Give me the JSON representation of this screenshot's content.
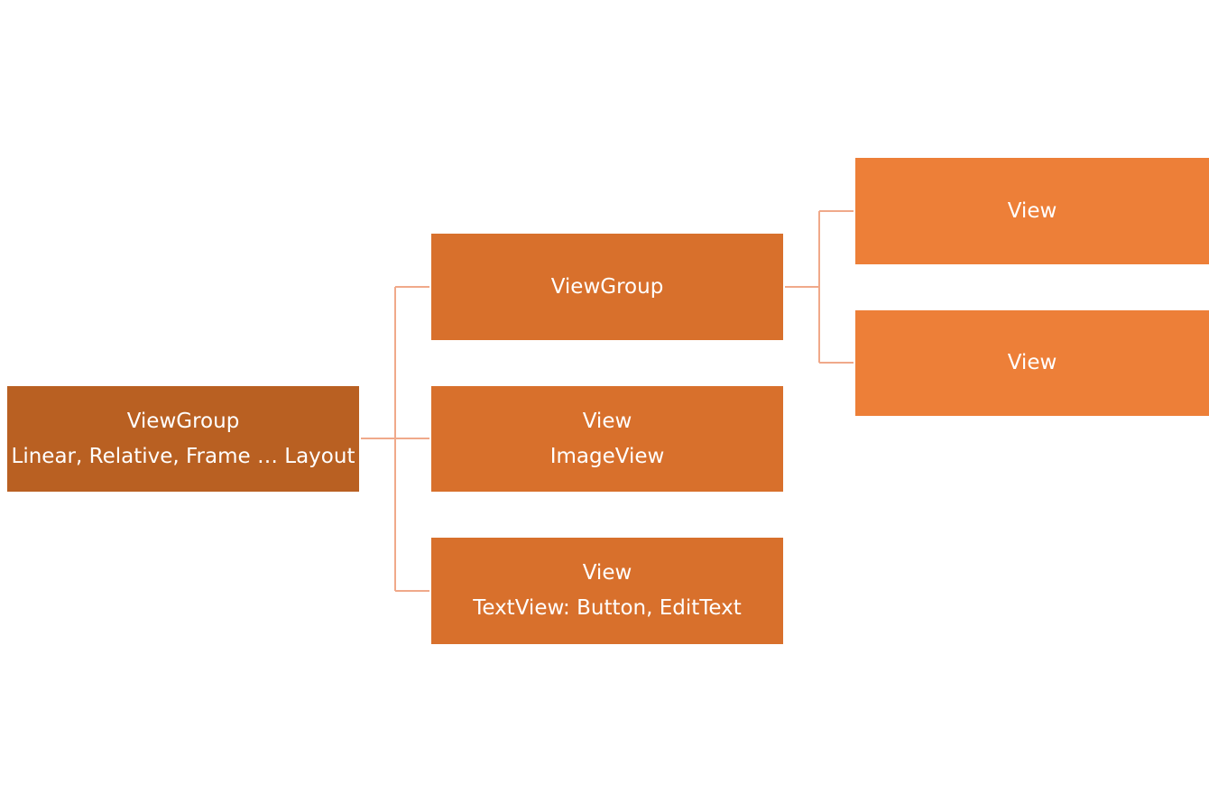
{
  "diagram": {
    "root": {
      "title": "ViewGroup",
      "subtitle": "Linear, Relative, Frame … Layout"
    },
    "children": [
      {
        "title": "ViewGroup",
        "subtitle": ""
      },
      {
        "title": "View",
        "subtitle": "ImageView"
      },
      {
        "title": "View",
        "subtitle": "TextView: Button, EditText"
      }
    ],
    "grandchildren": [
      {
        "title": "View"
      },
      {
        "title": "View"
      }
    ]
  },
  "colors": {
    "level1": "#b96022",
    "level2": "#d8702c",
    "level3": "#ed7f38",
    "connector": "#f0a98a",
    "text": "#ffffff"
  }
}
